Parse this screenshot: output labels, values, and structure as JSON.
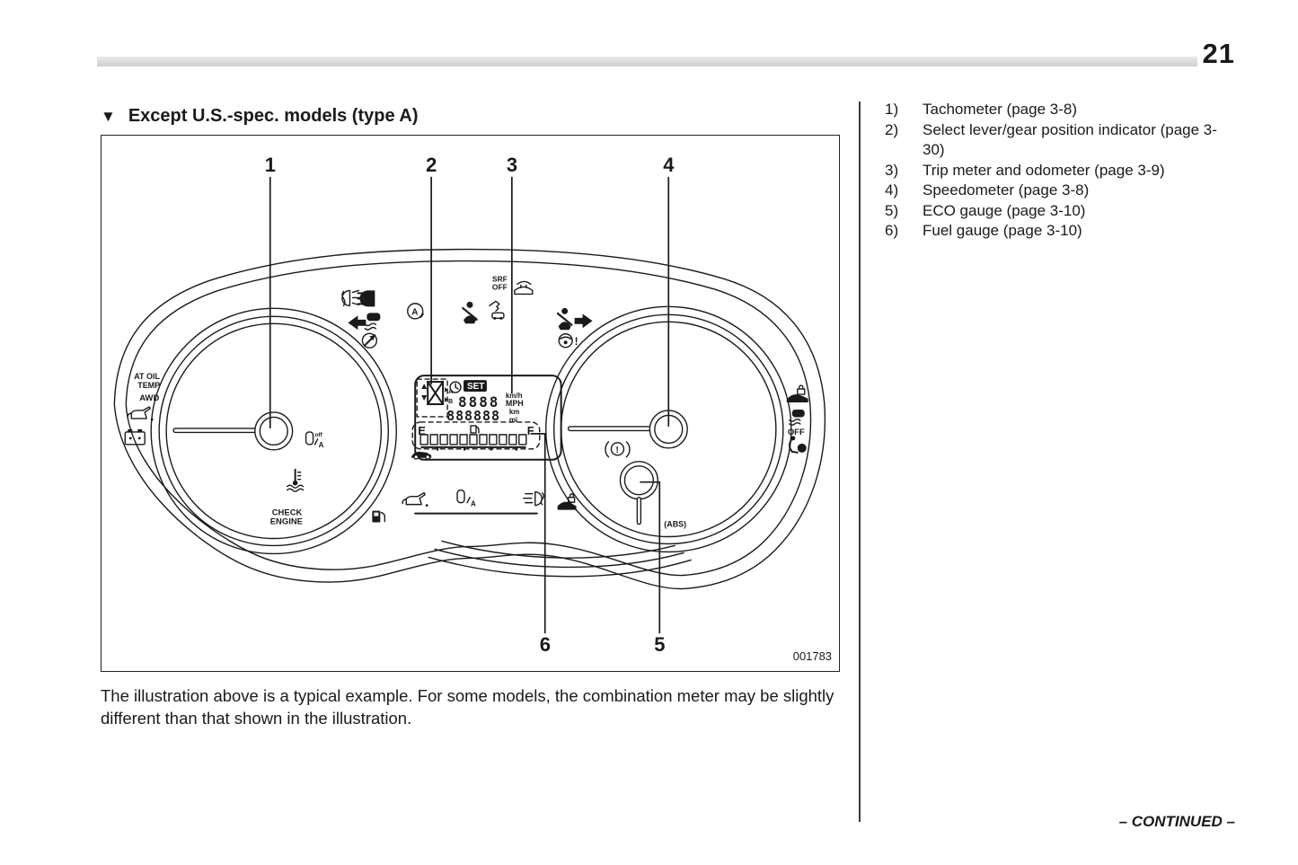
{
  "page_number": "21",
  "heading": {
    "marker": "▼",
    "text": "Except U.S.-spec. models (type A)"
  },
  "figure": {
    "code": "001783",
    "callouts": [
      "1",
      "2",
      "3",
      "4",
      "5",
      "6"
    ],
    "labels": {
      "at_oil": "AT OIL",
      "temp": "TEMP",
      "awd": "AWD",
      "check": "CHECK",
      "engine": "ENGINE",
      "srf": "SRF",
      "srf_off": "OFF",
      "vdc_off": "OFF",
      "set": "SET",
      "kmh": "km/h",
      "mph": "MPH",
      "km": "km",
      "mi": "mi",
      "e": "E",
      "f": "F",
      "speed": "8888",
      "odo": "888888",
      "off_small": "off",
      "a_small": "A",
      "gear_a": "A",
      "gear_b": "B",
      "abs": "(ABS)",
      "brake_excl": "!",
      "cruise_a": "A"
    },
    "icons": [
      "fog-light",
      "high-beam",
      "turn-left",
      "traction-control",
      "steering-assist",
      "cruise-auto",
      "seatbelt",
      "immobilizer",
      "hood-open",
      "turn-right",
      "steering-warning",
      "security-car",
      "vdc-off",
      "airbag",
      "brake-warning",
      "abs",
      "oil-pressure",
      "battery",
      "auto-stop",
      "coolant-temp",
      "fuel-pump",
      "oil-level",
      "key-auto",
      "rear-fog",
      "door-open",
      "vehicle",
      "gear-position",
      "clock",
      "fuel-gauge-pump"
    ]
  },
  "caption": "The illustration above is a typical example. For some models, the combination meter may be slightly different than that shown in the illustration.",
  "legend": {
    "items": [
      {
        "num": "1)",
        "text": "Tachometer (page 3-8)"
      },
      {
        "num": "2)",
        "text": "Select lever/gear position indicator (page 3-30)"
      },
      {
        "num": "3)",
        "text": "Trip meter and odometer (page 3-9)"
      },
      {
        "num": "4)",
        "text": "Speedometer (page 3-8)"
      },
      {
        "num": "5)",
        "text": "ECO gauge (page 3-10)"
      },
      {
        "num": "6)",
        "text": "Fuel gauge (page 3-10)"
      }
    ]
  },
  "footer": {
    "continued": "– CONTINUED –"
  }
}
